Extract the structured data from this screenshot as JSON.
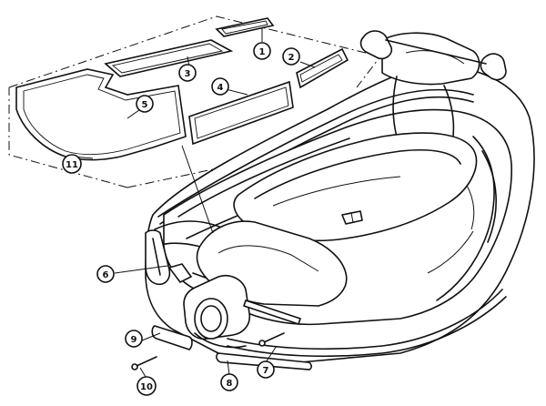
{
  "callouts": [
    {
      "id": "c1",
      "label": "1"
    },
    {
      "id": "c2",
      "label": "2"
    },
    {
      "id": "c3",
      "label": "3"
    },
    {
      "id": "c4",
      "label": "4"
    },
    {
      "id": "c5",
      "label": "5"
    },
    {
      "id": "c6",
      "label": "6"
    },
    {
      "id": "c7",
      "label": "7"
    },
    {
      "id": "c8",
      "label": "8"
    },
    {
      "id": "c9",
      "label": "9"
    },
    {
      "id": "c10",
      "label": "10"
    },
    {
      "id": "c11",
      "label": "11"
    }
  ]
}
